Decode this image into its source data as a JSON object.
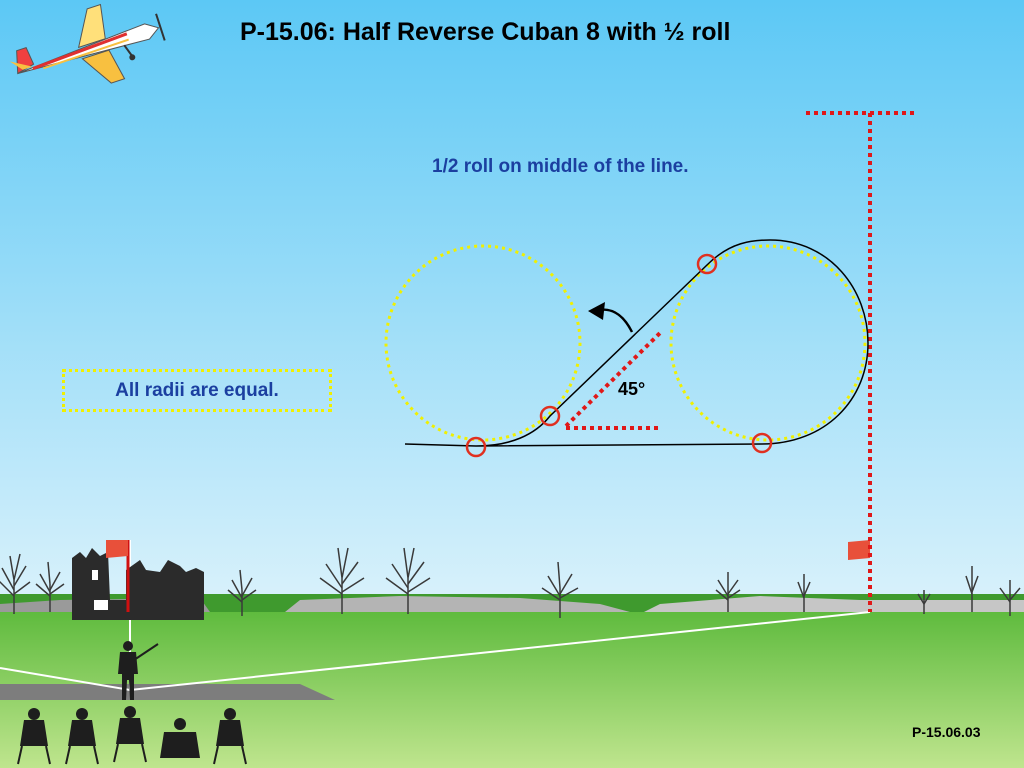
{
  "title": "P-15.06: Half Reverse Cuban 8 with ½ roll",
  "note": "1/2 roll on middle of the line.",
  "radii_note": "All radii are equal.",
  "angle_label": "45°",
  "slide_code": "P-15.06.03",
  "colors": {
    "sky_top": "#5cc8f5",
    "sky_bottom": "#d6f0fb",
    "grass": "#6cc04a",
    "ground": "#bde48a",
    "path": "#000000",
    "guide_circle": "#f0f000",
    "marker": "#e03020",
    "dotted_red": "#e01818",
    "text_blue": "#1b3fa0"
  }
}
